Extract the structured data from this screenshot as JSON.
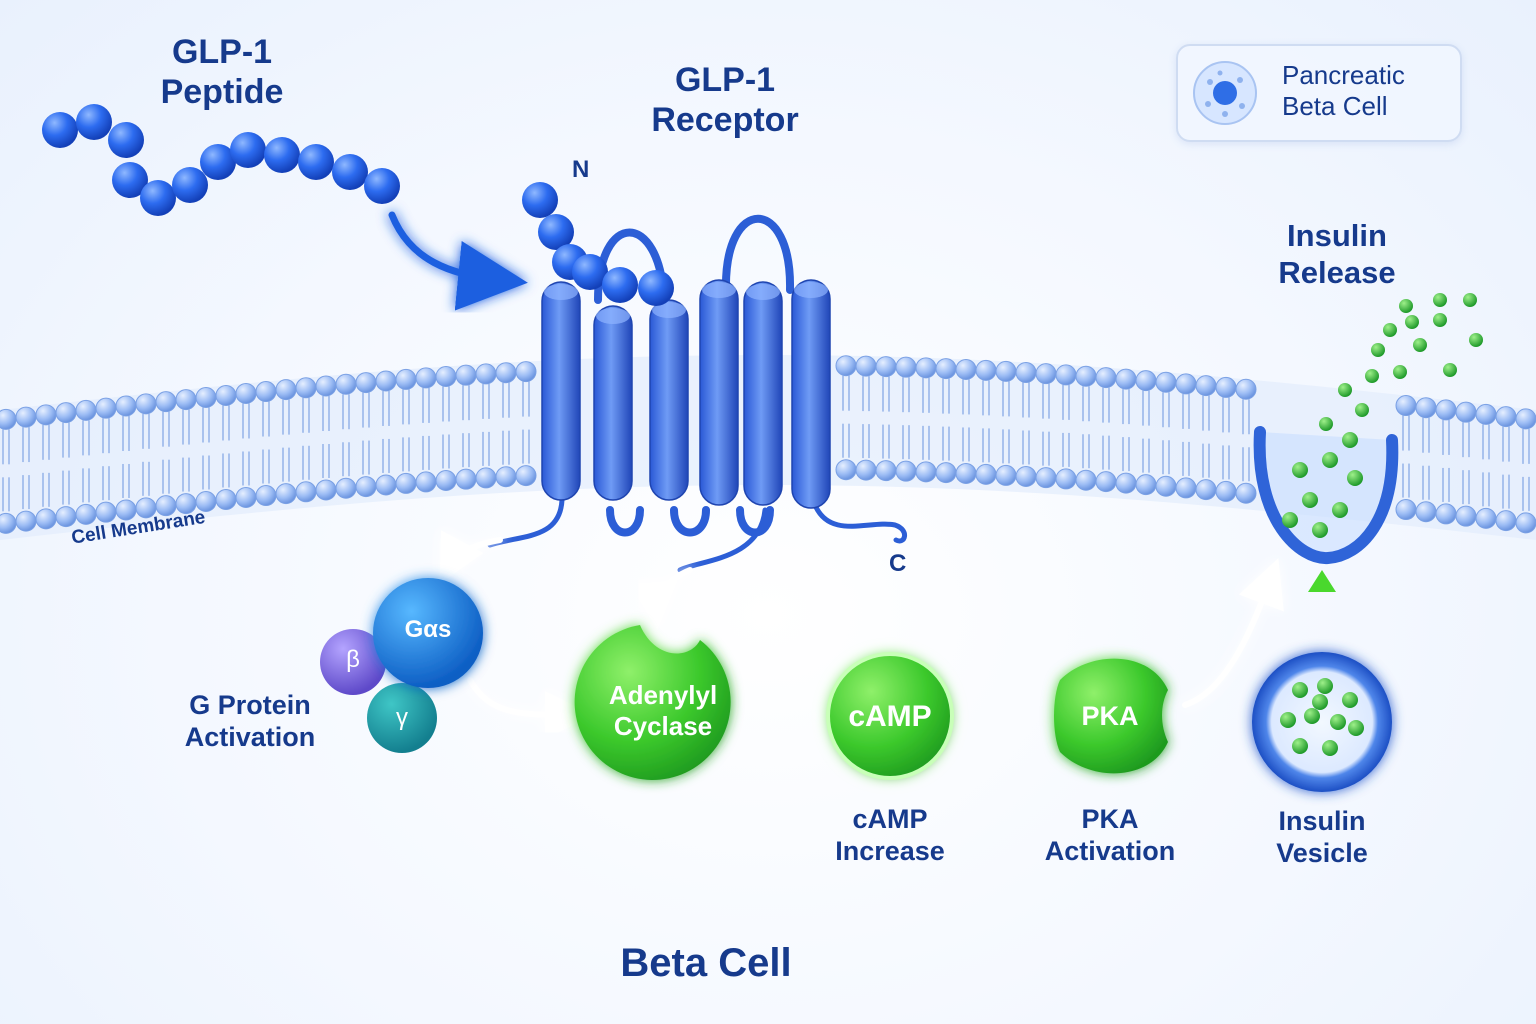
{
  "labels": {
    "glp1_peptide": [
      "GLP-1",
      "Peptide"
    ],
    "glp1_receptor": [
      "GLP-1",
      "Receptor"
    ],
    "n_terminus": "N",
    "c_terminus": "C",
    "cell_membrane": "Cell Membrane",
    "g_protein_activation": [
      "G Protein",
      "Activation"
    ],
    "camp_increase": [
      "cAMP",
      "Increase"
    ],
    "pka_activation": [
      "PKA",
      "Activation"
    ],
    "insulin_vesicle": [
      "Insulin",
      "Vesicle"
    ],
    "insulin_release": [
      "Insulin",
      "Release"
    ],
    "beta_cell": "Beta Cell"
  },
  "nodes": {
    "g_alpha_s": "Gαs",
    "beta": "β",
    "gamma": "γ",
    "adenylyl_cyclase": [
      "Adenylyl",
      "Cyclase"
    ],
    "camp": "cAMP",
    "pka": "PKA"
  },
  "legend": {
    "text": [
      "Pancreatic",
      "Beta Cell"
    ],
    "icon": "cell-icon"
  },
  "colors": {
    "label_text": "#163a8c",
    "receptor_blue": "#3a6fe0",
    "peptide_blue": "#1f5ee8",
    "signal_green": "#3fcf2a",
    "insulin_green": "#35b82a",
    "membrane_blue": "#8fb4f2"
  }
}
